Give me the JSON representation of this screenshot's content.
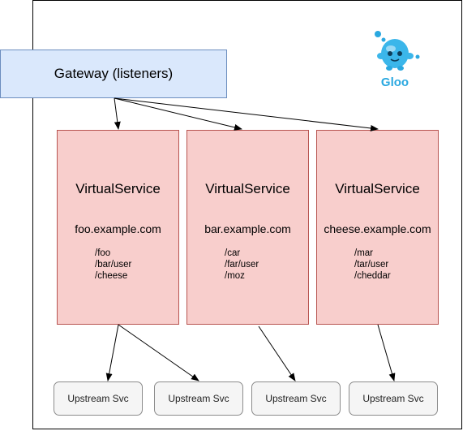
{
  "gateway": {
    "label": "Gateway (listeners)"
  },
  "logo": {
    "text": "Gloo",
    "color": "#2aa8e0"
  },
  "virtual_services": [
    {
      "title": "VirtualService",
      "host": "foo.example.com",
      "routes": [
        "/foo",
        "/bar/user",
        "/cheese"
      ]
    },
    {
      "title": "VirtualService",
      "host": "bar.example.com",
      "routes": [
        "/car",
        "/far/user",
        "/moz"
      ]
    },
    {
      "title": "VirtualService",
      "host": "cheese.example.com",
      "routes": [
        "/mar",
        "/tar/user",
        "/cheddar"
      ]
    }
  ],
  "upstreams": [
    {
      "label": "Upstream Svc"
    },
    {
      "label": "Upstream Svc"
    },
    {
      "label": "Upstream Svc"
    },
    {
      "label": "Upstream Svc"
    }
  ],
  "colors": {
    "gateway_fill": "#dae8fc",
    "gateway_stroke": "#6c8ebf",
    "vs_fill": "#f8cecc",
    "vs_stroke": "#b85450",
    "upstream_fill": "#f5f5f5",
    "upstream_stroke": "#8c8c8c"
  }
}
